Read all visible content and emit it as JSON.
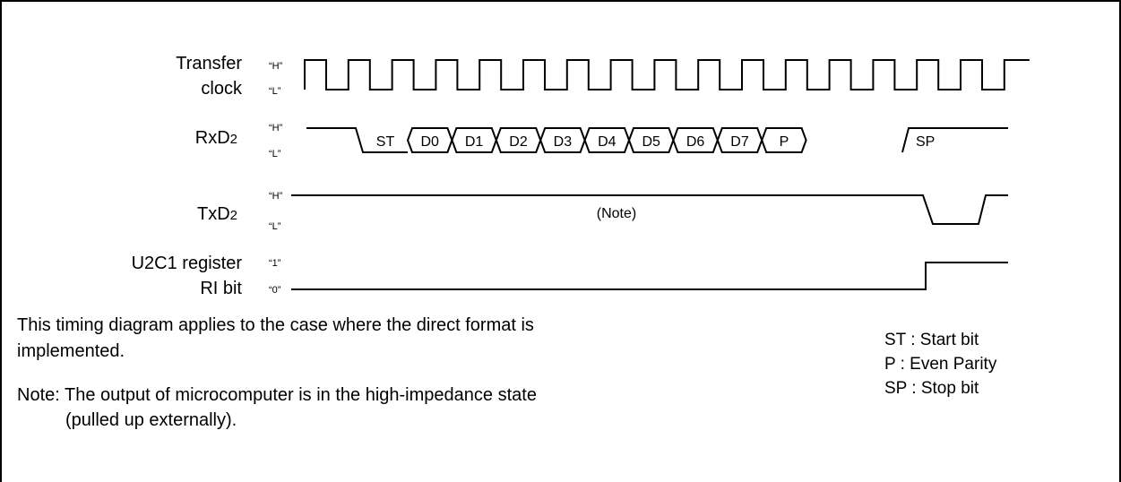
{
  "signals": {
    "clock": {
      "label_line1": "Transfer",
      "label_line2": "clock",
      "level_high": "“H”",
      "level_low": "“L”",
      "pulse_count": 16
    },
    "rxd": {
      "label": "RxD",
      "label_sub": "2",
      "level_high": "“H”",
      "level_low": "“L”",
      "frame": [
        "ST",
        "D0",
        "D1",
        "D2",
        "D3",
        "D4",
        "D5",
        "D6",
        "D7",
        "P",
        "SP"
      ]
    },
    "txd": {
      "label": "TxD",
      "label_sub": "2",
      "level_high": "“H”",
      "level_low": "“L”",
      "annotation": "(Note)"
    },
    "ri": {
      "label_line1": "U2C1 register",
      "label_line2": "RI bit",
      "level_high": "“1”",
      "level_low": "“0”"
    }
  },
  "description": {
    "line1": "This timing diagram applies to the case where the direct format is",
    "line2": "implemented.",
    "note_line1": "Note: The output of microcomputer is in the high-impedance state",
    "note_line2": "(pulled up externally)."
  },
  "legend": [
    "ST : Start bit",
    "P : Even Parity",
    "SP : Stop bit"
  ]
}
